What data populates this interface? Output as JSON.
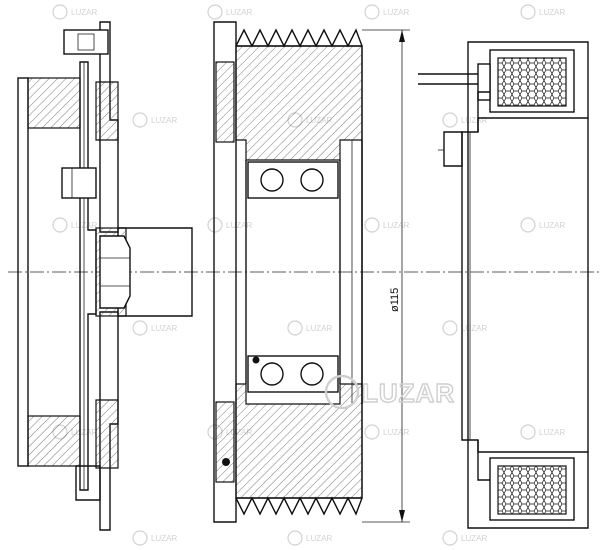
{
  "dimension": {
    "diameter_label": "ø115"
  },
  "watermark": {
    "brand": "LUZAR"
  },
  "logo": {
    "text": "LUZAR"
  }
}
